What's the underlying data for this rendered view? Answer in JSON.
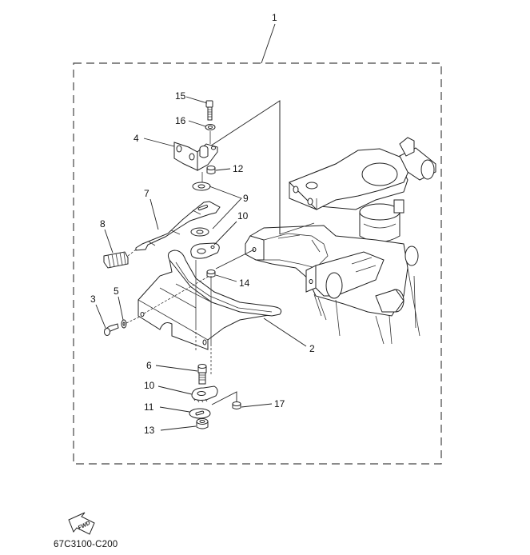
{
  "diagram": {
    "assembly_label": "1",
    "drawing_code": "67C3100-C200",
    "fwd_badge": "FWD",
    "callouts": {
      "p2": "2",
      "p3": "3",
      "p4": "4",
      "p5": "5",
      "p6": "6",
      "p7": "7",
      "p8": "8",
      "p9": "9",
      "p10_upper": "10",
      "p10_lower": "10",
      "p11": "11",
      "p12": "12",
      "p13": "13",
      "p14": "14",
      "p15": "15",
      "p16": "16",
      "p17": "17"
    }
  }
}
